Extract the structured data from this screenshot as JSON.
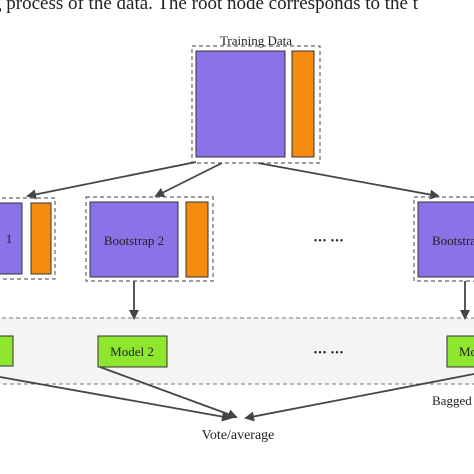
{
  "caption_fragment": "g process of the data. The root node corresponds to the t",
  "training": {
    "label": "Training Data"
  },
  "bootstraps": [
    {
      "label": "1"
    },
    {
      "label": "Bootstrap 2"
    },
    {
      "label": "Bootstra"
    }
  ],
  "ellipsis_bootstrap": "••• •••",
  "models": [
    {
      "label": "Model 2"
    },
    {
      "label": "Mo"
    }
  ],
  "ellipsis_model": "••• •••",
  "bagged_label": "Bagged",
  "vote_label": "Vote/average",
  "colors": {
    "data_block": "#8b72e6",
    "response_block": "#f58c0f",
    "model_box": "#8ee62e",
    "band": "#f4f4f4",
    "arrow": "#444444"
  }
}
